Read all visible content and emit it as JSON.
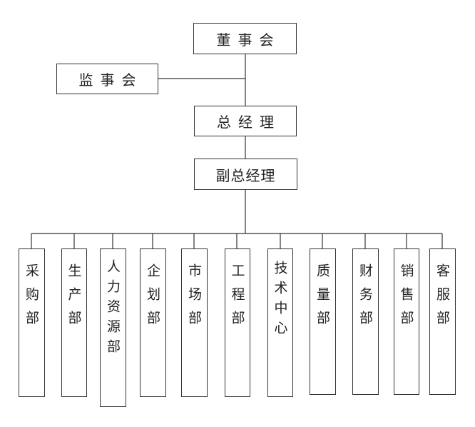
{
  "top": {
    "board": "董事会",
    "supervisors": "监事会",
    "gm": "总经理",
    "deputy_gm": "副总经理"
  },
  "departments": [
    {
      "label": "采购部"
    },
    {
      "label": "生产部"
    },
    {
      "label": "人力资源部"
    },
    {
      "label": "企划部"
    },
    {
      "label": "市场部"
    },
    {
      "label": "工程部"
    },
    {
      "label": "技术中心"
    },
    {
      "label": "质量部"
    },
    {
      "label": "财务部"
    },
    {
      "label": "销售部"
    },
    {
      "label": "客服部"
    }
  ]
}
